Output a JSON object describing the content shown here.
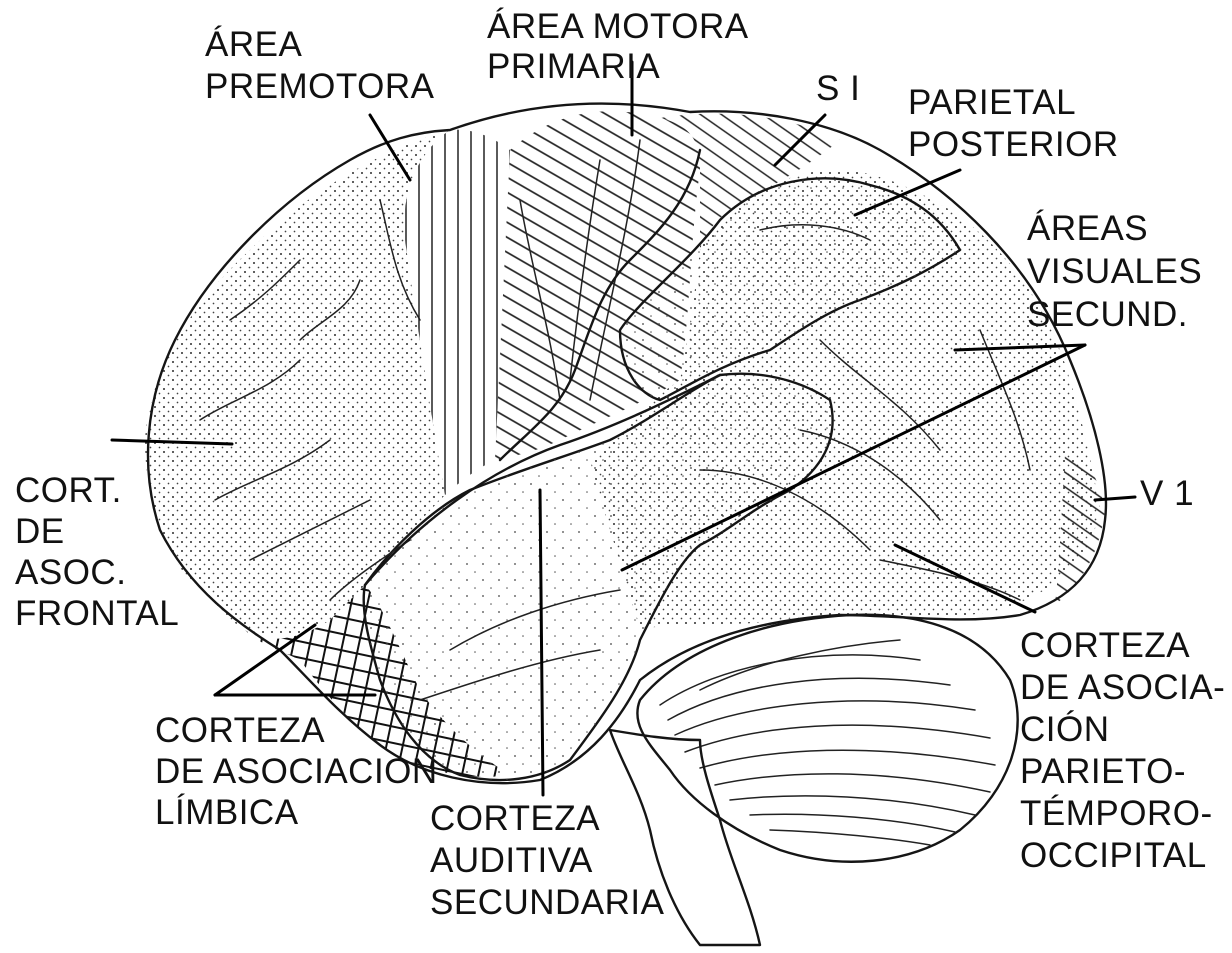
{
  "labels": {
    "area_premotora": [
      "ÁREA",
      "PREMOTORA"
    ],
    "area_motora_primaria": [
      "ÁREA MOTORA",
      "PRIMARIA"
    ],
    "s1": "S I",
    "parietal_posterior": [
      "PARIETAL",
      "POSTERIOR"
    ],
    "areas_visuales": [
      "ÁREAS",
      "VISUALES",
      "SECUND."
    ],
    "v1": "V 1",
    "cort_asoc_frontal": [
      "CORT.",
      "DE",
      "ASOC.",
      "FRONTAL"
    ],
    "corteza_limbica": [
      "CORTEZA",
      "DE ASOCIACION",
      "LÍMBICA"
    ],
    "corteza_auditiva": [
      "CORTEZA",
      "AUDITIVA",
      "SECUNDARIA"
    ],
    "corteza_ptoc": [
      "CORTEZA",
      "DE ASOCIA-",
      "CIÓN",
      "PARIETO-",
      "TÉMPORO-",
      "OCCIPITAL"
    ]
  }
}
